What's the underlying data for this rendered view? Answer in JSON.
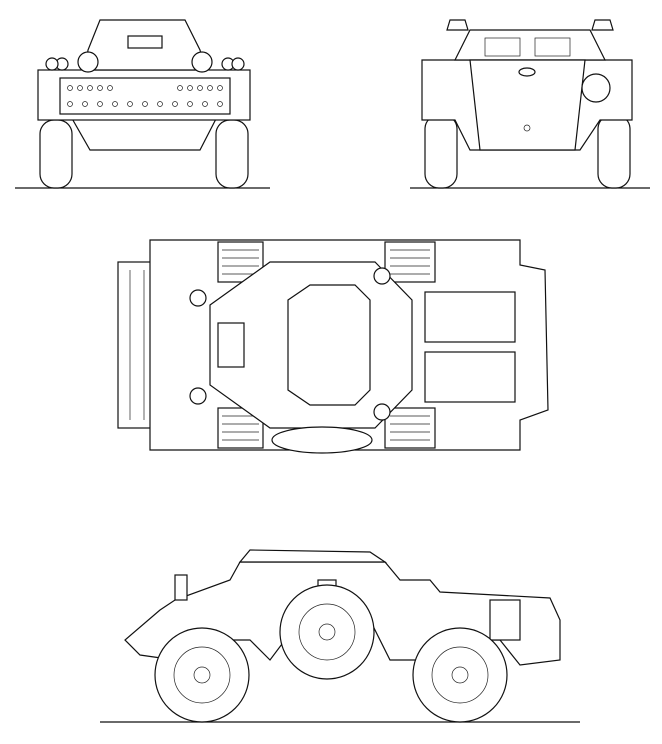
{
  "colors": {
    "background": "#ffffff",
    "ink": "#111111"
  },
  "views": [
    "front",
    "rear",
    "top",
    "side"
  ]
}
